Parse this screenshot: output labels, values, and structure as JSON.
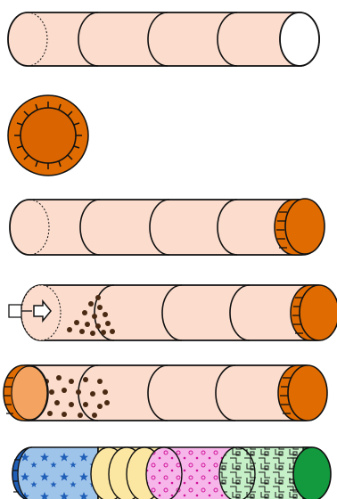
{
  "diagram": {
    "colors": {
      "tube_fill": "#fbdccd",
      "outline": "#111111",
      "cap_orange": "#e06b00",
      "cap_inner": "#d96400",
      "pellet_brown": "#4a2a12",
      "open_end_fill": "#ffffff",
      "partial_cap": "#f4a360",
      "blue_section": "#9fc4ea",
      "blue_cap": "#1f5fb8",
      "yellow_section": "#fbe7a2",
      "pink_section": "#f7b6ea",
      "green_section": "#c6f0c8",
      "green_cap": "#139a3f"
    },
    "steps": [
      {
        "id": "empty-tube",
        "description_icon": "tube-with-segments-icon"
      },
      {
        "id": "cap-disc",
        "description_icon": "orange-cap-disc-icon"
      },
      {
        "id": "capped-tube",
        "description_icon": "tube-with-orange-end-cap-icon"
      },
      {
        "id": "pushing-pellets",
        "description_icon": "pusher-arrow-icon"
      },
      {
        "id": "filled-with-pellets",
        "description_icon": "tube-with-pellets-icon"
      },
      {
        "id": "multi-section-tube",
        "description_icon": "patterned-multi-section-tube-icon"
      }
    ]
  }
}
